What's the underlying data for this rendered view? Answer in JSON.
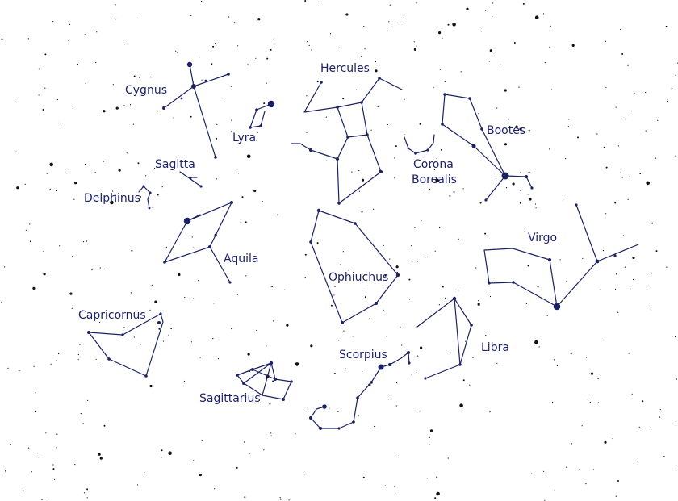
{
  "colors": {
    "background": "#ffffff",
    "lines": "#1b2163",
    "labels": "#1a1f6b",
    "field_stars": "#111111"
  },
  "constellations": [
    {
      "id": "cygnus",
      "label": "Cygnus"
    },
    {
      "id": "lyra",
      "label": "Lyra"
    },
    {
      "id": "hercules",
      "label": "Hercules"
    },
    {
      "id": "corona-borealis",
      "label_lines": [
        "Corona",
        "Borealis"
      ]
    },
    {
      "id": "bootes",
      "label": "Bootes"
    },
    {
      "id": "sagitta",
      "label": "Sagitta"
    },
    {
      "id": "delphinus",
      "label": "Delphinus"
    },
    {
      "id": "aquila",
      "label": "Aquila"
    },
    {
      "id": "ophiuchus",
      "label": "Ophiuchus"
    },
    {
      "id": "virgo",
      "label": "Virgo"
    },
    {
      "id": "capricornus",
      "label": "Capricornus"
    },
    {
      "id": "scorpius",
      "label": "Scorpius"
    },
    {
      "id": "libra",
      "label": "Libra"
    },
    {
      "id": "sagittarius",
      "label": "Sagittarius"
    }
  ]
}
